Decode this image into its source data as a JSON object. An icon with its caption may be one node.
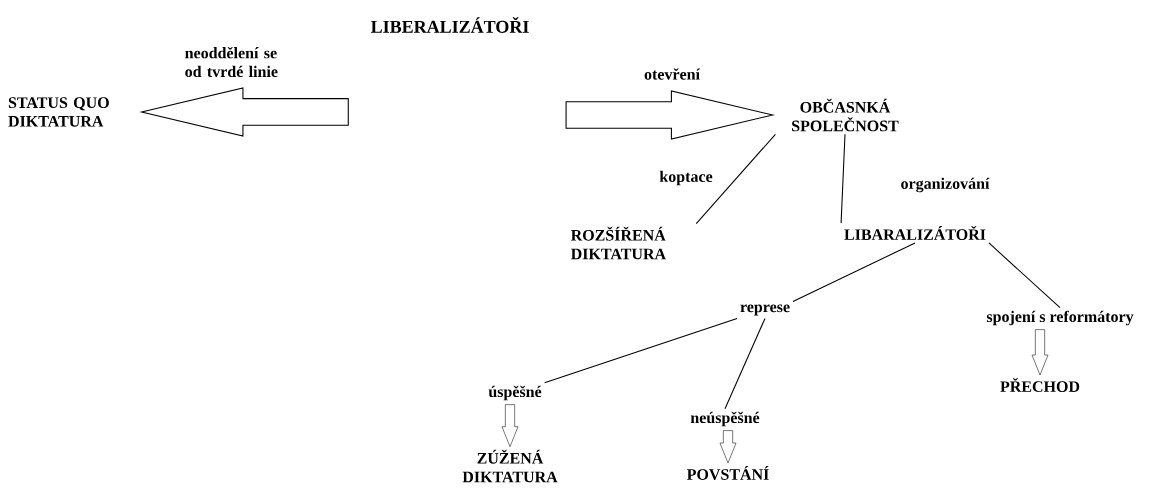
{
  "diagram": {
    "title": "LIBERALIZÁTOŘI",
    "nodes": [
      {
        "text": [
          "STATUS QUO DIKTATURA"
        ]
      },
      {
        "text": [
          "OBČASNKÁ SPOLEČNOST"
        ]
      },
      {
        "text": [
          "ROZŠÍŘENÁ DIKTATURA"
        ]
      },
      {
        "text": [
          "LIBARALIZÁTOŘI"
        ]
      },
      {
        "text": [
          "represe"
        ]
      },
      {
        "text": [
          "spojení s reformátory"
        ]
      },
      {
        "text": [
          "úspěšné"
        ]
      },
      {
        "text": [
          "neúspěšné"
        ]
      },
      {
        "text": [
          "PŘECHOD"
        ]
      },
      {
        "text": [
          "ZÚŽENÁ DIKTATURA"
        ]
      },
      {
        "text": [
          "POVSTÁNÍ"
        ]
      }
    ],
    "edges": [
      {
        "from": null,
        "to": 0,
        "arrow": "to",
        "label": "neoddělení se od tvrdé linie"
      },
      {
        "from": null,
        "to": 1,
        "arrow": "to",
        "label": "otevření"
      },
      {
        "from": 1,
        "to": 2,
        "arrow": "none",
        "label": "koptace"
      },
      {
        "from": 1,
        "to": 3,
        "arrow": "none",
        "label": "organizování"
      },
      {
        "from": 3,
        "to": 4,
        "arrow": "none"
      },
      {
        "from": 3,
        "to": 5,
        "arrow": "none"
      },
      {
        "from": 4,
        "to": 6,
        "arrow": "none"
      },
      {
        "from": 4,
        "to": 7,
        "arrow": "none"
      },
      {
        "from": 6,
        "to": 9,
        "arrow": "to"
      },
      {
        "from": 7,
        "to": 10,
        "arrow": "to"
      },
      {
        "from": 5,
        "to": 8,
        "arrow": "to"
      }
    ]
  }
}
